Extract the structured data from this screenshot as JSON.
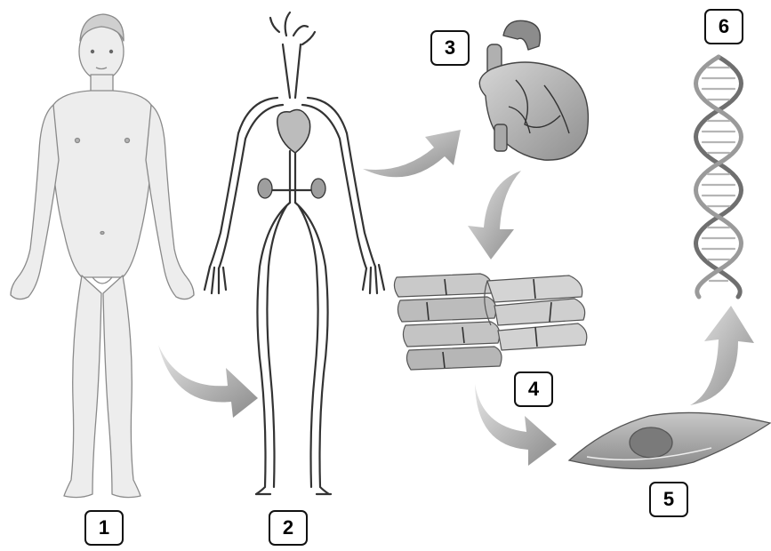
{
  "labels": {
    "l1": "1",
    "l2": "2",
    "l3": "3",
    "l4": "4",
    "l5": "5",
    "l6": "6"
  },
  "colors": {
    "skin": "#ededed",
    "outline": "#8a8a8a",
    "vessel": "#333333",
    "arrow": "#8c8c8c",
    "heart": "#a9a9a9",
    "tissue": "#c6c6c6",
    "cell": "#9a9a9a",
    "nucleus": "#6e6e6e",
    "dna": "#7a7a7a"
  },
  "items": [
    {
      "n": "1",
      "icon": "human-body"
    },
    {
      "n": "2",
      "icon": "circulatory-system"
    },
    {
      "n": "3",
      "icon": "heart"
    },
    {
      "n": "4",
      "icon": "cardiac-muscle-tissue"
    },
    {
      "n": "5",
      "icon": "muscle-cell"
    },
    {
      "n": "6",
      "icon": "dna-double-helix"
    }
  ]
}
